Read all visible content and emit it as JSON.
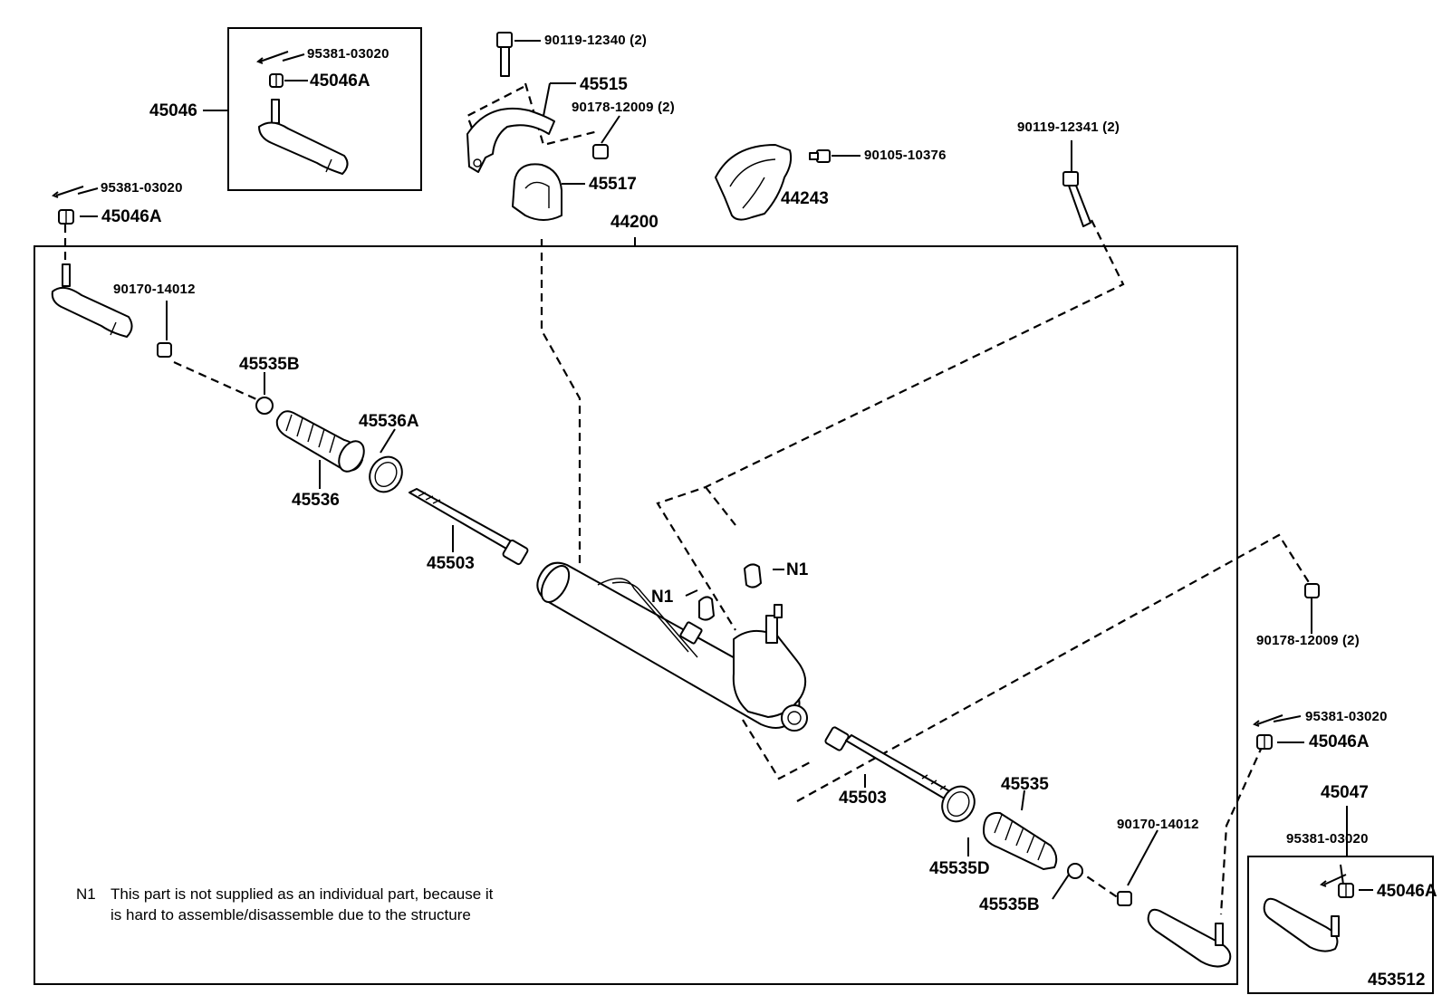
{
  "labels": {
    "l_95381_a": "95381-03020",
    "l_45046A_a": "45046A",
    "l_45046": "45046",
    "l_95381_b": "95381-03020",
    "l_45046A_b": "45046A",
    "l_90119_12340": "90119-12340 (2)",
    "l_45515": "45515",
    "l_90178_12009_a": "90178-12009 (2)",
    "l_45517": "45517",
    "l_90105_10376": "90105-10376",
    "l_44243": "44243",
    "l_90119_12341": "90119-12341 (2)",
    "l_44200": "44200",
    "l_90170_14012_a": "90170-14012",
    "l_45535B_a": "45535B",
    "l_45536A": "45536A",
    "l_45536": "45536",
    "l_45503_a": "45503",
    "l_N1_a": "N1",
    "l_N1_b": "N1",
    "l_90178_12009_b": "90178-12009 (2)",
    "l_95381_c": "95381-03020",
    "l_45046A_c": "45046A",
    "l_45503_b": "45503",
    "l_45535": "45535",
    "l_45047": "45047",
    "l_45535D": "45535D",
    "l_90170_14012_b": "90170-14012",
    "l_45535B_b": "45535B",
    "l_95381_d": "95381-03020",
    "l_45046A_d": "45046A",
    "l_453512": "453512"
  },
  "note": {
    "tag": "N1",
    "text": "This part is not supplied as an individual part, because it is hard to assemble/disassemble due to the structure"
  }
}
